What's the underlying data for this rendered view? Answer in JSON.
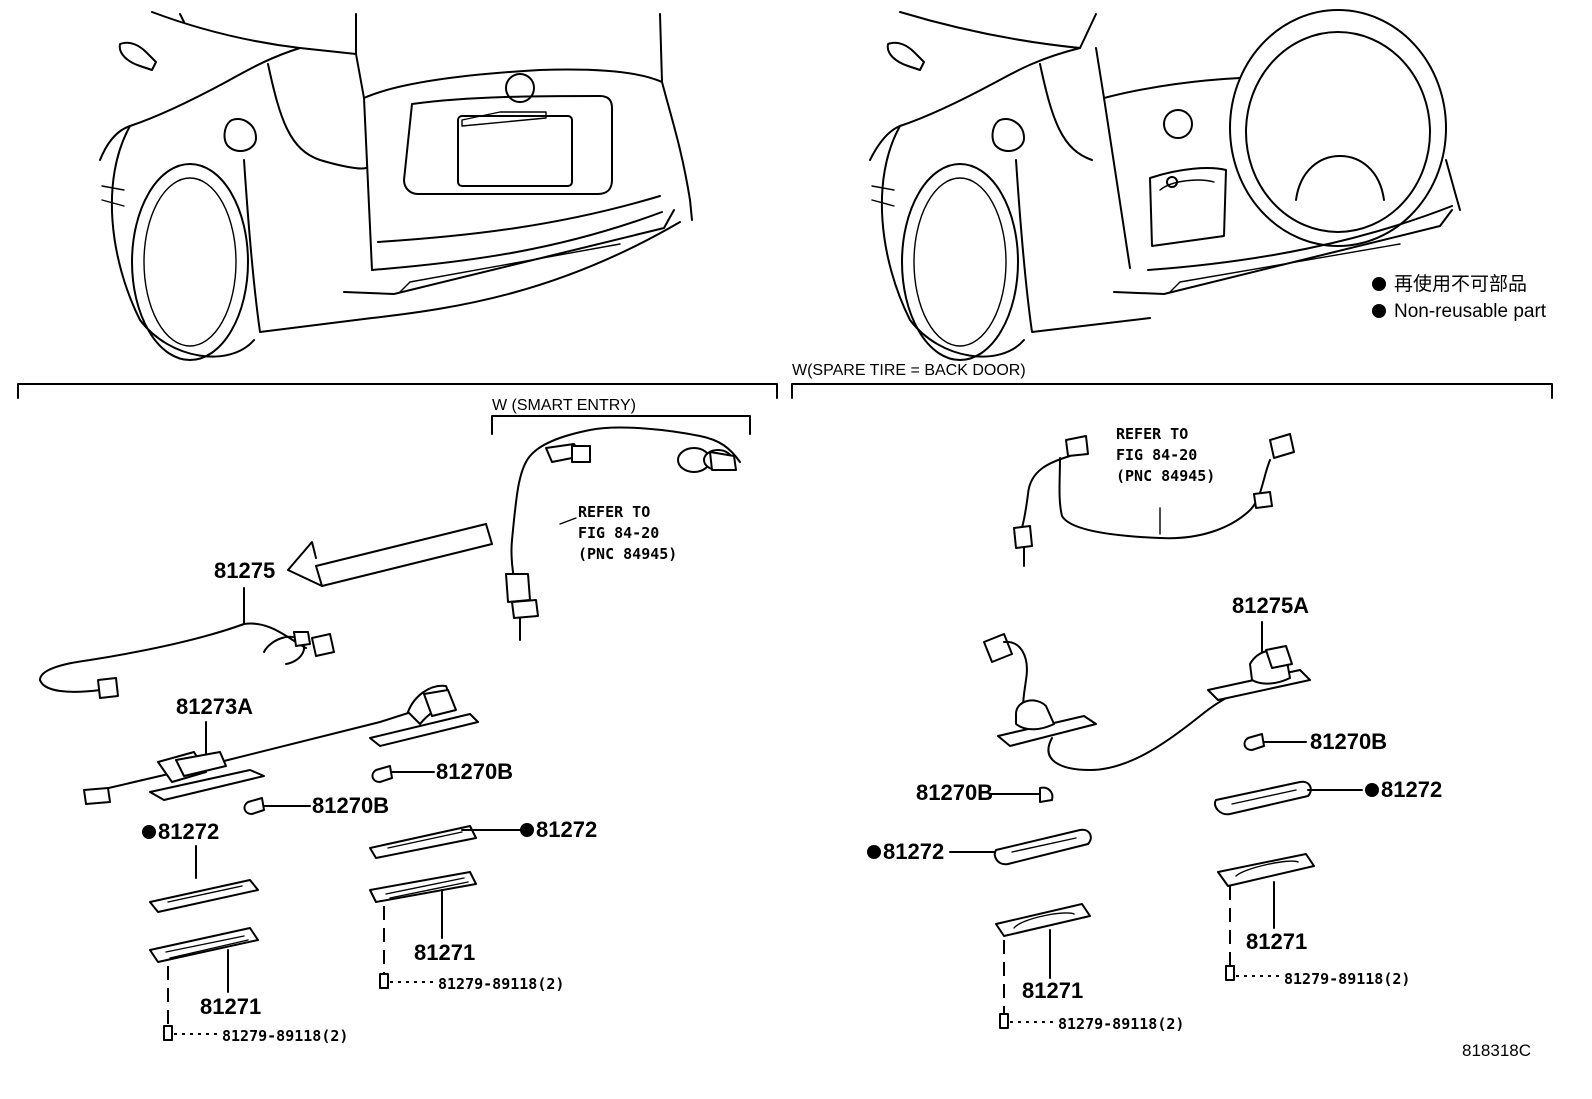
{
  "headers": {
    "spare_tire": "W(SPARE TIRE = BACK DOOR)",
    "smart_entry": "W (SMART ENTRY)"
  },
  "legend": {
    "non_reusable_ja": "再使用不可部品",
    "non_reusable_en": "Non-reusable part"
  },
  "notes": {
    "refer_left": [
      "REFER TO",
      "FIG 84-20",
      "(PNC 84945)"
    ],
    "refer_right": [
      "REFER TO",
      "FIG 84-20",
      "(PNC 84945)"
    ]
  },
  "parts": {
    "harness_left": "81275",
    "lamp_assy_left": "81273A",
    "bulb_l1": "81270B",
    "bulb_l2": "81270B",
    "gasket_l1": "81272",
    "gasket_l2": "81272",
    "lens_l1": "81271",
    "lens_l2": "81271",
    "screw_l1": "81279-89118(2)",
    "screw_l2": "81279-89118(2)",
    "harness_right": "81275A",
    "bulb_r1": "81270B",
    "bulb_r2": "81270B",
    "gasket_r1": "81272",
    "gasket_r2": "81272",
    "lens_r1": "81271",
    "lens_r2": "81271",
    "screw_r1": "81279-89118(2)",
    "screw_r2": "81279-89118(2)"
  },
  "figure_code": "818318C"
}
